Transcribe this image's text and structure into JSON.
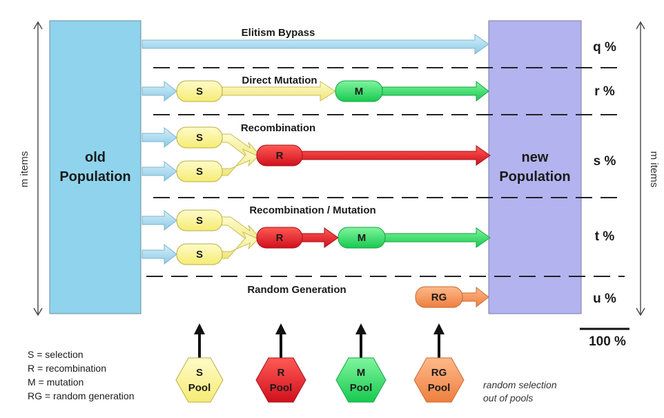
{
  "boxes": {
    "old": {
      "line1": "old",
      "line2": "Population"
    },
    "new": {
      "line1": "new",
      "line2": "Population"
    }
  },
  "side_labels": {
    "left": "m items",
    "right": "m items"
  },
  "lanes": {
    "elitism": "Elitism Bypass",
    "direct_mutation": "Direct Mutation",
    "recombination": "Recombination",
    "recombination_mutation": "Recombination / Mutation",
    "random_generation": "Random Generation"
  },
  "percentages": {
    "q": "q %",
    "r": "r %",
    "s": "s %",
    "t": "t %",
    "u": "u %",
    "total": "100 %"
  },
  "nodes": {
    "s": "S",
    "r": "R",
    "m": "M",
    "rg": "RG"
  },
  "pools": {
    "s": {
      "line1": "S",
      "line2": "Pool"
    },
    "r": {
      "line1": "R",
      "line2": "Pool"
    },
    "m": {
      "line1": "M",
      "line2": "Pool"
    },
    "rg": {
      "line1": "RG",
      "line2": "Pool"
    }
  },
  "legend": {
    "s": "S = selection",
    "r": "R = recombination",
    "m": "M = mutation",
    "rg": "RG = random generation"
  },
  "note": {
    "line1": "random selection",
    "line2": "out of pools"
  },
  "colors": {
    "old_box": "#8fd3ec",
    "new_box": "#b3b3ef",
    "selection": "#fbf59a",
    "recombination": "#e8202a",
    "mutation": "#2fe06a",
    "random_generation": "#f5955a",
    "elitism_arrow": "#a9dcf0"
  }
}
